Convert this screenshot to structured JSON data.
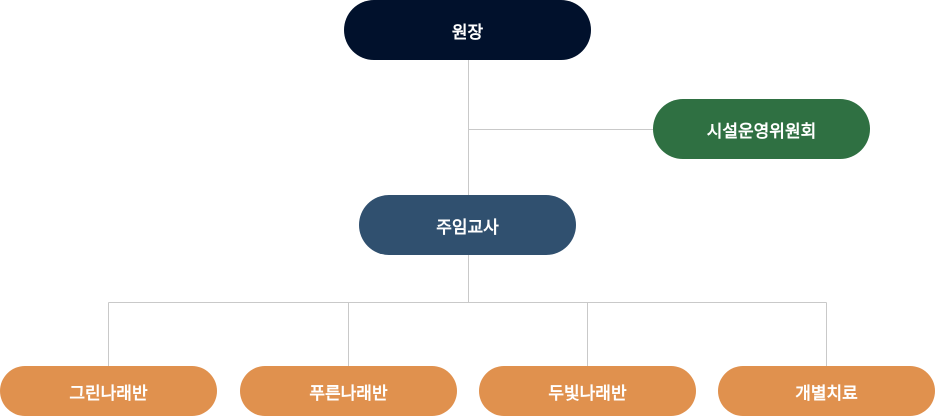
{
  "org_chart": {
    "director": {
      "label": "원장",
      "color": "#01112c"
    },
    "committee": {
      "label": "시설운영위원회",
      "color": "#2f7042"
    },
    "head_teacher": {
      "label": "주임교사",
      "color": "#30506f"
    },
    "classes": [
      {
        "label": "그린나래반",
        "color": "#e0914e"
      },
      {
        "label": "푸른나래반",
        "color": "#e0914e"
      },
      {
        "label": "두빛나래반",
        "color": "#e0914e"
      },
      {
        "label": "개별치료",
        "color": "#e0914e"
      }
    ],
    "connector_color": "#c9c9c9"
  }
}
